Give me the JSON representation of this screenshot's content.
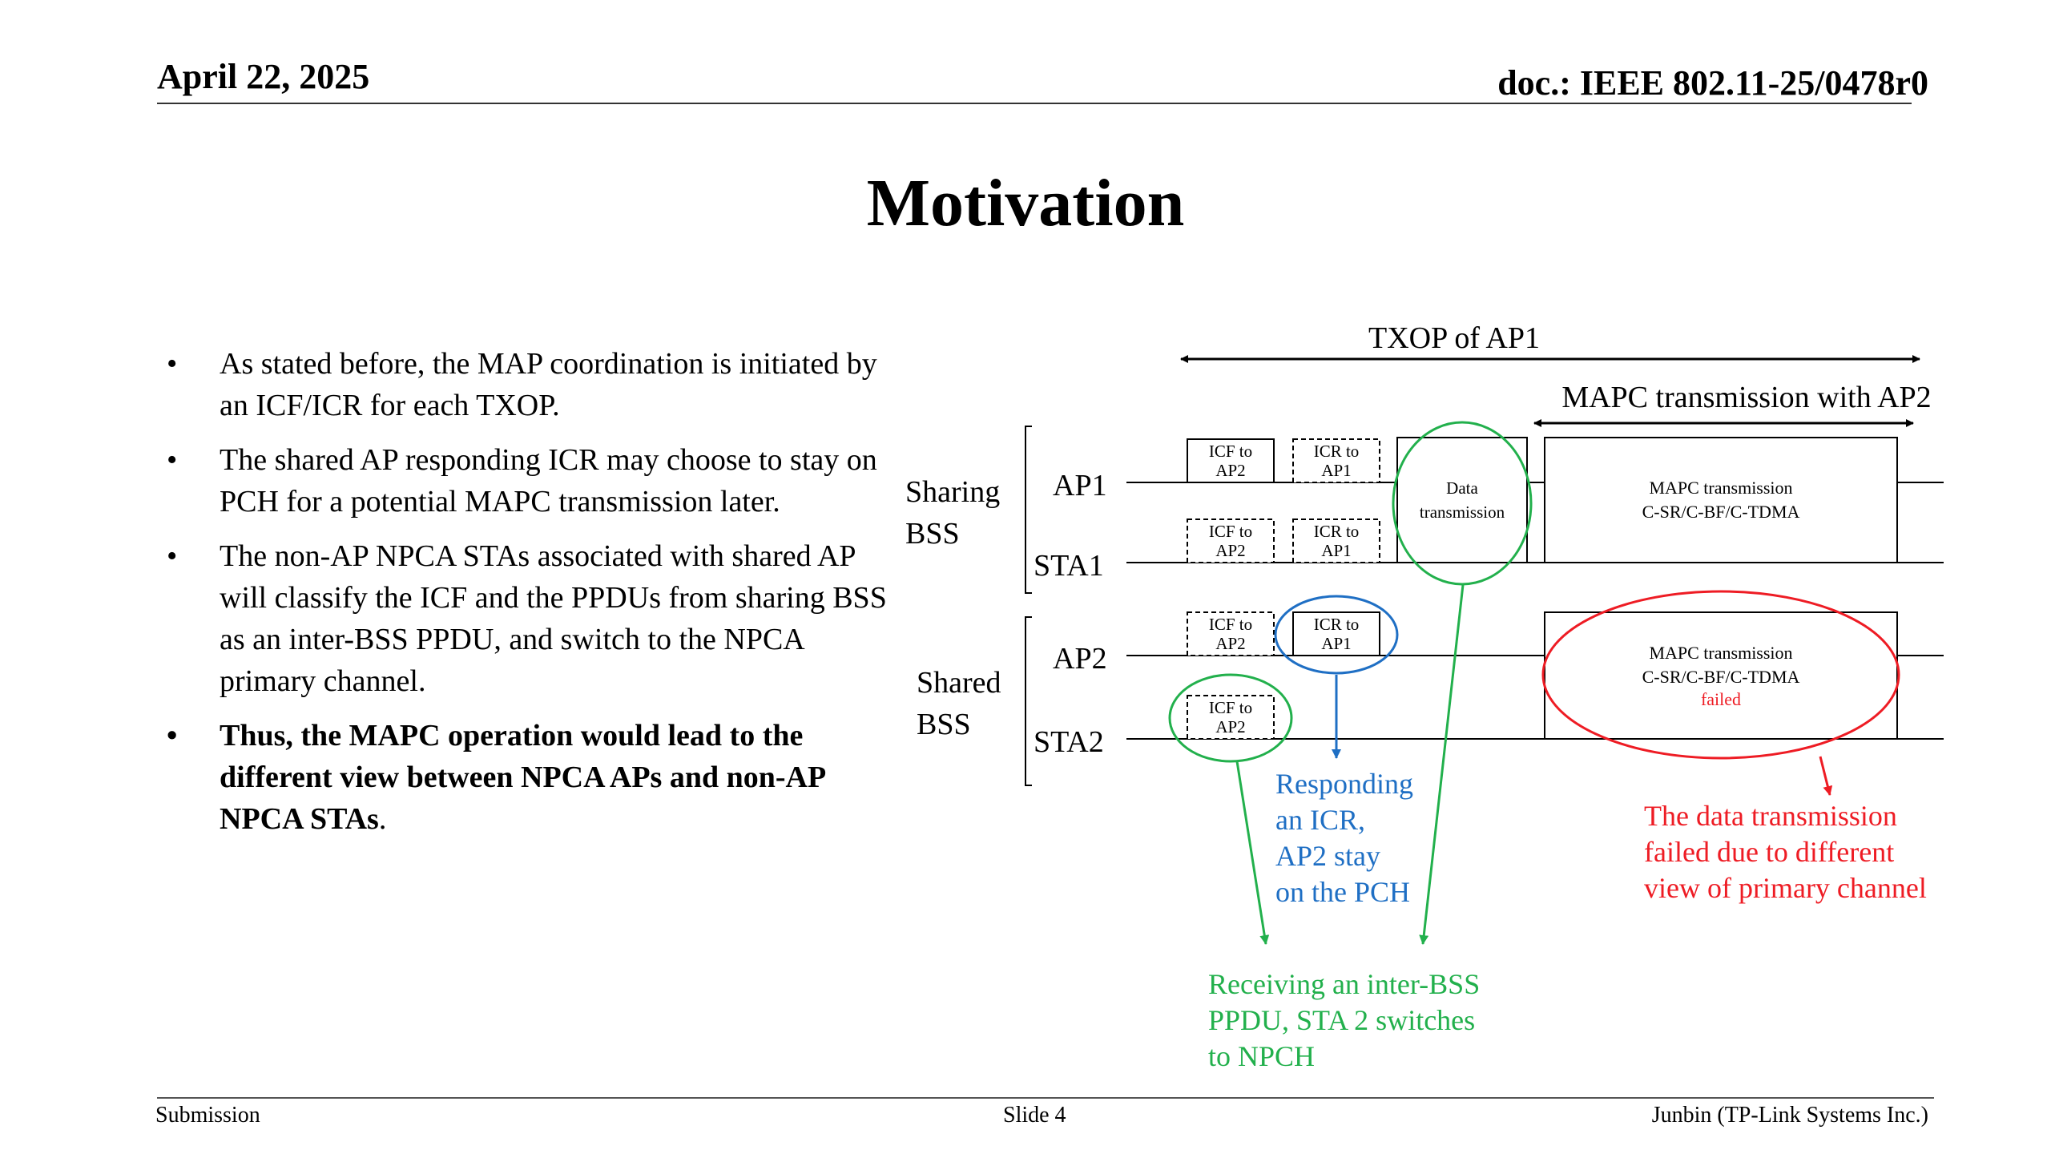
{
  "header": {
    "date": "April 22, 2025",
    "doc": "doc.: IEEE 802.11-25/0478r0"
  },
  "title": "Motivation",
  "bullets": [
    {
      "text": "As stated before, the MAP coordination is initiated by an ICF/ICR for each TXOP."
    },
    {
      "text": "The shared AP responding ICR may choose to stay on PCH for a potential MAPC transmission later."
    },
    {
      "text": "The non-AP NPCA STAs associated with shared AP will classify the ICF and the PPDUs from sharing BSS as an inter-BSS PPDU, and switch to the NPCA primary channel."
    },
    {
      "text": "Thus, the MAPC operation would lead to the different view between NPCA APs and non-AP NPCA STAs",
      "tail": "."
    }
  ],
  "bullet_symbol": "•",
  "diagram": {
    "txop_label": "TXOP of AP1",
    "mapc_label": "MAPC transmission with AP2",
    "groups": {
      "sharing_1": "Sharing",
      "sharing_2": "BSS",
      "shared_1": "Shared",
      "shared_2": "BSS"
    },
    "rows": {
      "ap1": "AP1",
      "sta1": "STA1",
      "ap2": "AP2",
      "sta2": "STA2"
    },
    "frames": {
      "icf_1": "ICF to",
      "icf_2": "AP2",
      "icr_1": "ICR to",
      "icr_2": "AP1",
      "data_1": "Data",
      "data_2": "transmission",
      "mapc_1": "MAPC transmission",
      "mapc_2": "C-SR/C-BF/C-TDMA",
      "failed": "failed"
    },
    "annotations": {
      "blue": [
        "Responding",
        "an ICR,",
        "AP2 stay",
        "on the PCH"
      ],
      "green": [
        "Receiving an inter-BSS",
        "PPDU, STA 2 switches",
        "to NPCH"
      ],
      "red": [
        "The data transmission",
        "failed due to different",
        "view of primary channel"
      ]
    },
    "colors": {
      "green": "#22b04c",
      "blue": "#1f6fc4",
      "red": "#ee1c24"
    }
  },
  "footer": {
    "left": "Submission",
    "center": "Slide 4",
    "right": "Junbin (TP-Link Systems Inc.)"
  }
}
